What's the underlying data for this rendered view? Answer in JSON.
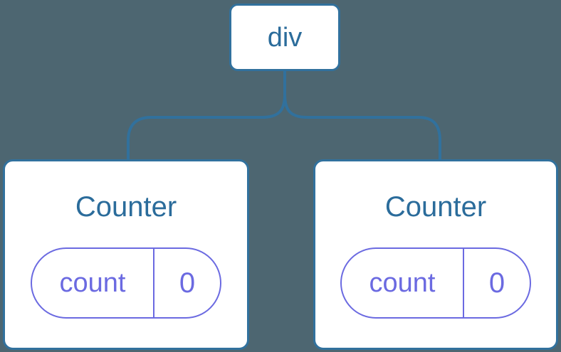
{
  "diagram": {
    "root": {
      "label": "div"
    },
    "children": [
      {
        "title": "Counter",
        "state": {
          "key": "count",
          "value": "0"
        }
      },
      {
        "title": "Counter",
        "state": {
          "key": "count",
          "value": "0"
        }
      }
    ]
  },
  "colors": {
    "background": "#4d6671",
    "stroke_blue": "#31719d",
    "text_blue": "#2b6c9b",
    "purple": "#6b6ae1",
    "card_bg": "#ffffff"
  }
}
